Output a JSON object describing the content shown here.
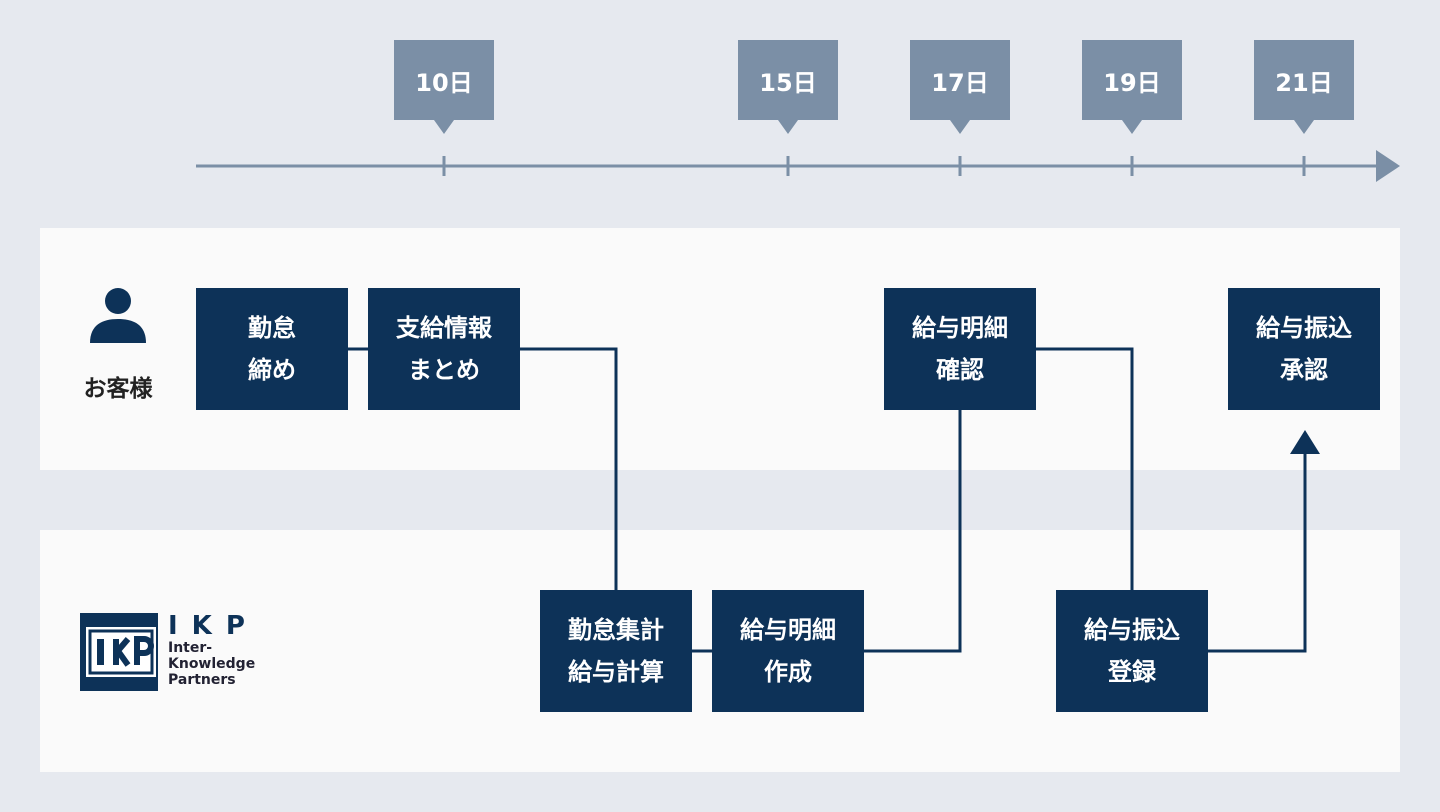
{
  "timeline": {
    "markers": [
      {
        "label": "10日"
      },
      {
        "label": "15日"
      },
      {
        "label": "17日"
      },
      {
        "label": "19日"
      },
      {
        "label": "21日"
      }
    ]
  },
  "lanes": {
    "customer": {
      "label": "お客様",
      "icon": "person-icon"
    },
    "ikp": {
      "logo_letters": "IKP",
      "logo_line1": "Inter-",
      "logo_line2": "Knowledge",
      "logo_line3": "Partners"
    }
  },
  "tasks": {
    "attendance_close": {
      "line1": "勤怠",
      "line2": "締め"
    },
    "pay_info": {
      "line1": "支給情報",
      "line2": "まとめ"
    },
    "payslip_check": {
      "line1": "給与明細",
      "line2": "確認"
    },
    "transfer_approve": {
      "line1": "給与振込",
      "line2": "承認"
    },
    "attendance_calc": {
      "line1": "勤怠集計",
      "line2": "給与計算"
    },
    "payslip_create": {
      "line1": "給与明細",
      "line2": "作成"
    },
    "transfer_register": {
      "line1": "給与振込",
      "line2": "登録"
    }
  },
  "colors": {
    "box": "#0d3258",
    "marker": "#7b8fa6",
    "background": "#e6e9ef",
    "lane": "#fafafa"
  }
}
